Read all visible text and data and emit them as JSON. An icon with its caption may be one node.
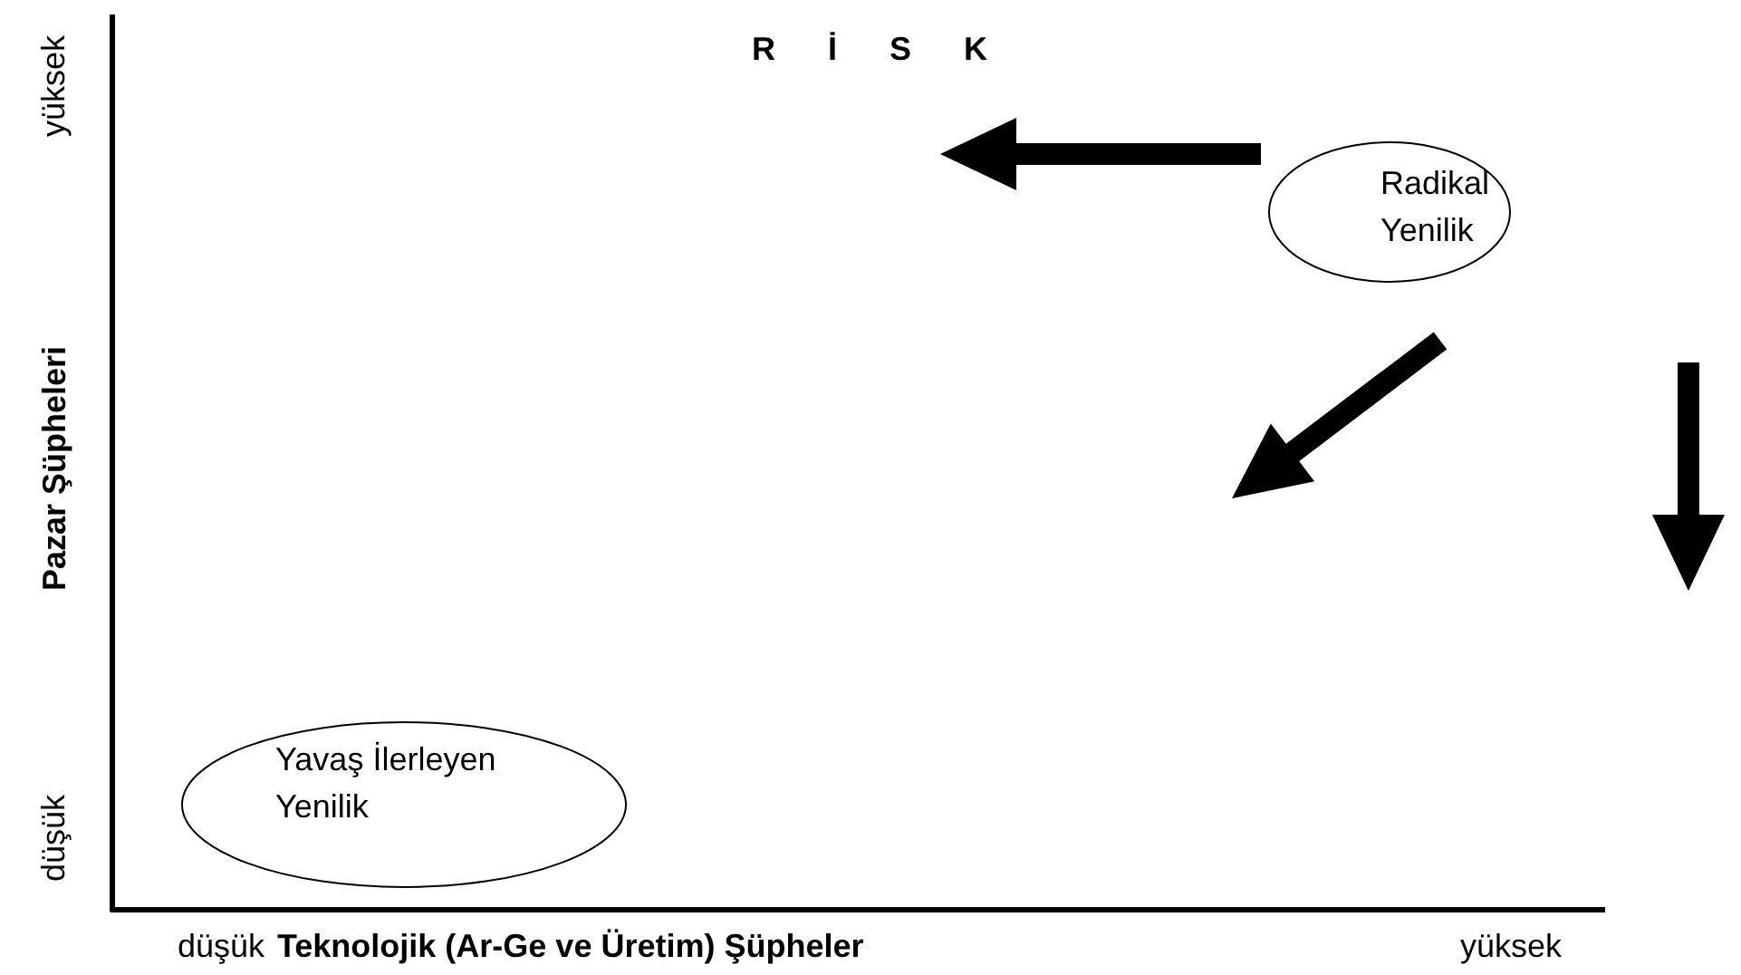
{
  "diagram": {
    "title": "R İ S K",
    "nodes": [
      {
        "text": [
          "Radikal Yenilik"
        ]
      },
      {
        "text": [
          "Yavaş İlerleyen Yenilik"
        ]
      }
    ],
    "edges": [],
    "labels": [
      "yüksek",
      "Pazar Şüpheleri",
      "düşük",
      "düşük",
      "Teknolojik (Ar-Ge ve Üretim) Şüpheler",
      "yüksek"
    ]
  }
}
